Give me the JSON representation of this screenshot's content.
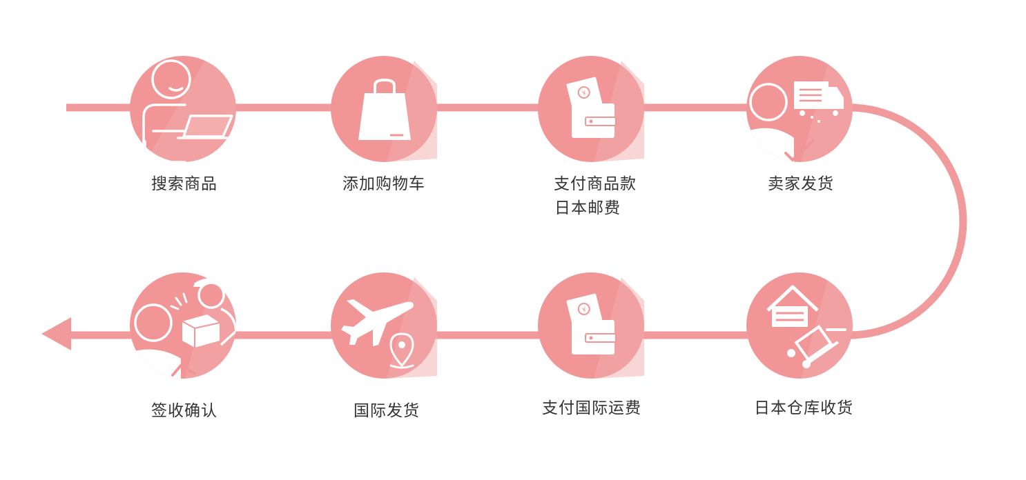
{
  "colors": {
    "line": "#f09a9c",
    "circle": "#f19596",
    "circle_shine": "#f4aeae",
    "icon": "#ffffff",
    "text": "#333333"
  },
  "steps": [
    {
      "label": "搜索商品",
      "icon": "person-laptop-icon"
    },
    {
      "label": "添加购物车",
      "icon": "shopping-bag-icon"
    },
    {
      "label": "支付商品款",
      "label2": "日本邮费",
      "icon": "wallet-money-icon"
    },
    {
      "label": "卖家发货",
      "icon": "person-truck-icon"
    },
    {
      "label": "日本仓库收货",
      "icon": "warehouse-cart-icon"
    },
    {
      "label": "支付国际运费",
      "icon": "wallet-money-icon"
    },
    {
      "label": "国际发货",
      "icon": "airplane-pin-icon"
    },
    {
      "label": "签收确认",
      "icon": "courier-package-icon"
    }
  ]
}
